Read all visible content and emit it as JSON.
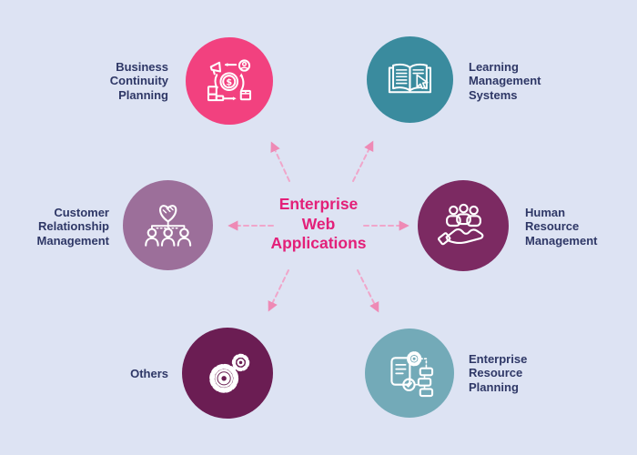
{
  "colors": {
    "bg": "#dde3f3",
    "label-text": "#2e3766",
    "center-text": "#e32079",
    "arrow": "#f0a6ca",
    "arrow-head": "#ee8ab5"
  },
  "center": {
    "lines": [
      "Enterprise",
      "Web",
      "Applications"
    ]
  },
  "nodes": [
    {
      "id": "business-continuity-planning",
      "lines": [
        "Business",
        "Continuity",
        "Planning"
      ],
      "color": "#f2417f",
      "icon": "dollar-cycle-icon"
    },
    {
      "id": "learning-management-systems",
      "lines": [
        "Learning",
        "Management",
        "Systems"
      ],
      "color": "#3a8b9e",
      "icon": "open-book-cursor-icon"
    },
    {
      "id": "customer-relationship-management",
      "lines": [
        "Customer",
        "Relationship",
        "Management"
      ],
      "color": "#9c6f9a",
      "icon": "handshake-team-icon"
    },
    {
      "id": "human-resource-management",
      "lines": [
        "Human",
        "Resource",
        "Management"
      ],
      "color": "#7c2a62",
      "icon": "people-in-hand-icon"
    },
    {
      "id": "others",
      "lines": [
        "Others"
      ],
      "color": "#6b1d53",
      "icon": "gears-icon"
    },
    {
      "id": "enterprise-resource-planning",
      "lines": [
        "Enterprise",
        "Resource",
        "Planning"
      ],
      "color": "#73aab8",
      "icon": "document-gear-icon"
    }
  ]
}
